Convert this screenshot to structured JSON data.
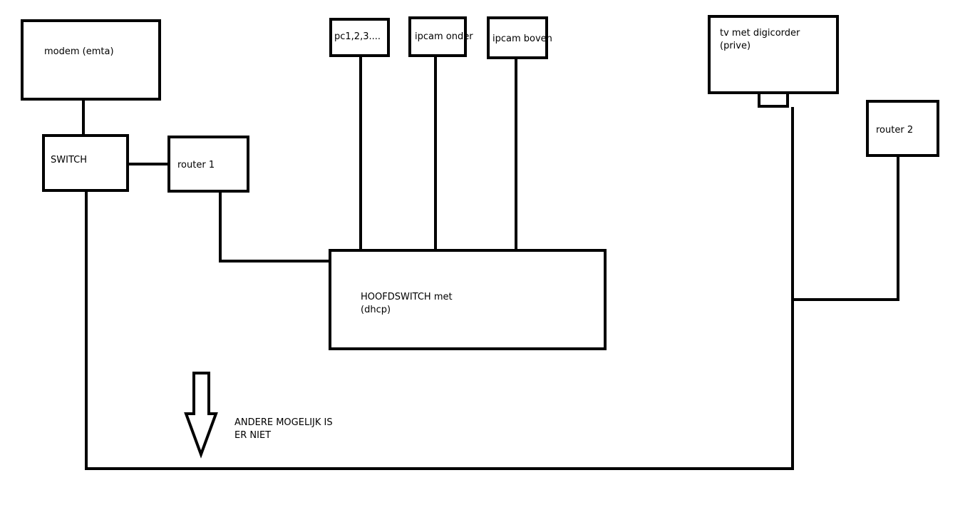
{
  "nodes": {
    "modem": {
      "label_line1": "modem (emta)"
    },
    "switch": {
      "label_line1": "SWITCH"
    },
    "router1": {
      "label_line1": "router 1"
    },
    "pc": {
      "label_line1": "pc1,2,3...."
    },
    "ipcam_onder": {
      "label_line1": "ipcam onder"
    },
    "ipcam_boven": {
      "label_line1": "ipcam boven"
    },
    "hoofdswitch": {
      "label_line1": "HOOFDSWITCH met",
      "label_line2": "(dhcp)"
    },
    "tv": {
      "label_line1": "tv met digicorder",
      "label_line2": "(prive)"
    },
    "router2": {
      "label_line1": "router 2"
    }
  },
  "annotation": {
    "line1": "ANDERE MOGELIJK IS",
    "line2": "ER NIET"
  },
  "colors": {
    "stroke": "#000000",
    "background": "#ffffff"
  }
}
